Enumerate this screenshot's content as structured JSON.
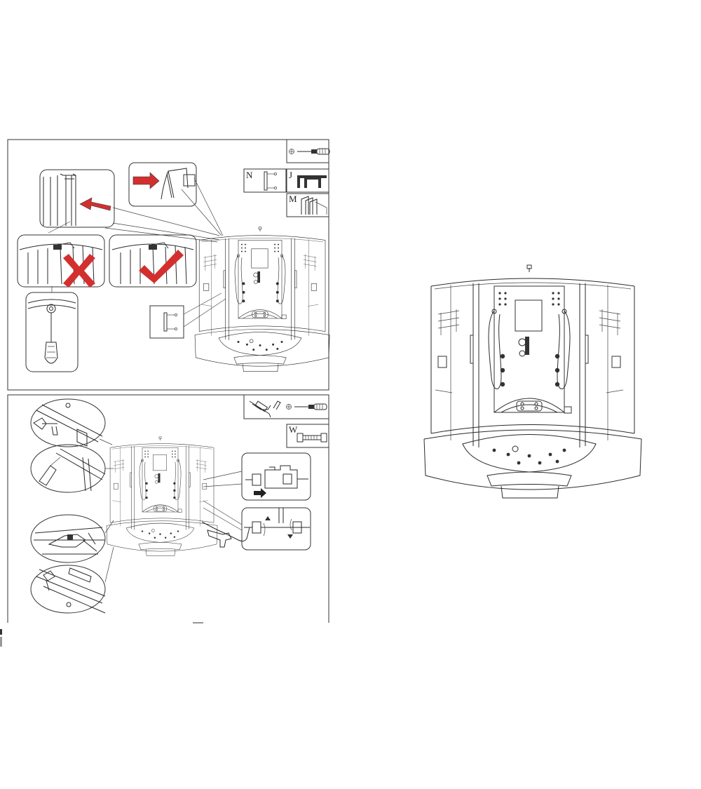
{
  "panels": {
    "top": {
      "tool_boxes": [
        {
          "letter": "",
          "tool": "screwdriver"
        },
        {
          "letter": "N",
          "tool": "handle-part"
        },
        {
          "letter": "J",
          "tool": "seal-strip"
        },
        {
          "letter": "M",
          "tool": "door-profile"
        }
      ]
    },
    "bottom": {
      "tool_boxes": [
        {
          "letter": "",
          "tool": "silicone-gun-and-screwdriver"
        },
        {
          "letter": "W",
          "tool": "bolt"
        }
      ]
    }
  },
  "marks": {
    "wrong": {
      "symbol": "x-mark",
      "color": "#d32f2f"
    },
    "right": {
      "symbol": "check-mark",
      "color": "#d32f2f"
    },
    "arrow_color": "#d32f2f"
  },
  "icons": [
    "screwdriver-icon",
    "silicone-gun-icon",
    "bolt-icon",
    "arrow-icon",
    "x-mark-icon",
    "check-mark-icon"
  ]
}
